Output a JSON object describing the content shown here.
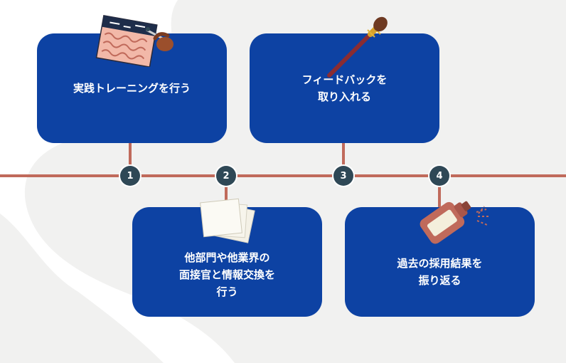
{
  "steps": [
    {
      "number": "1",
      "label": "実践トレーニングを行う",
      "icon": "embroidery-hoop-icon"
    },
    {
      "number": "2",
      "label": "他部門や他業界の\n面接官と情報交換を\n行う",
      "icon": "papers-icon"
    },
    {
      "number": "3",
      "label": "フィードバックを\n取り入れる",
      "icon": "paintbrush-icon"
    },
    {
      "number": "4",
      "label": "過去の採用結果を\n振り返る",
      "icon": "spray-bottle-icon"
    }
  ],
  "colors": {
    "card": "#0d42a3",
    "timeline": "#c06a5b",
    "dot": "#2f4856",
    "background_blob": "#f1f1f0"
  }
}
